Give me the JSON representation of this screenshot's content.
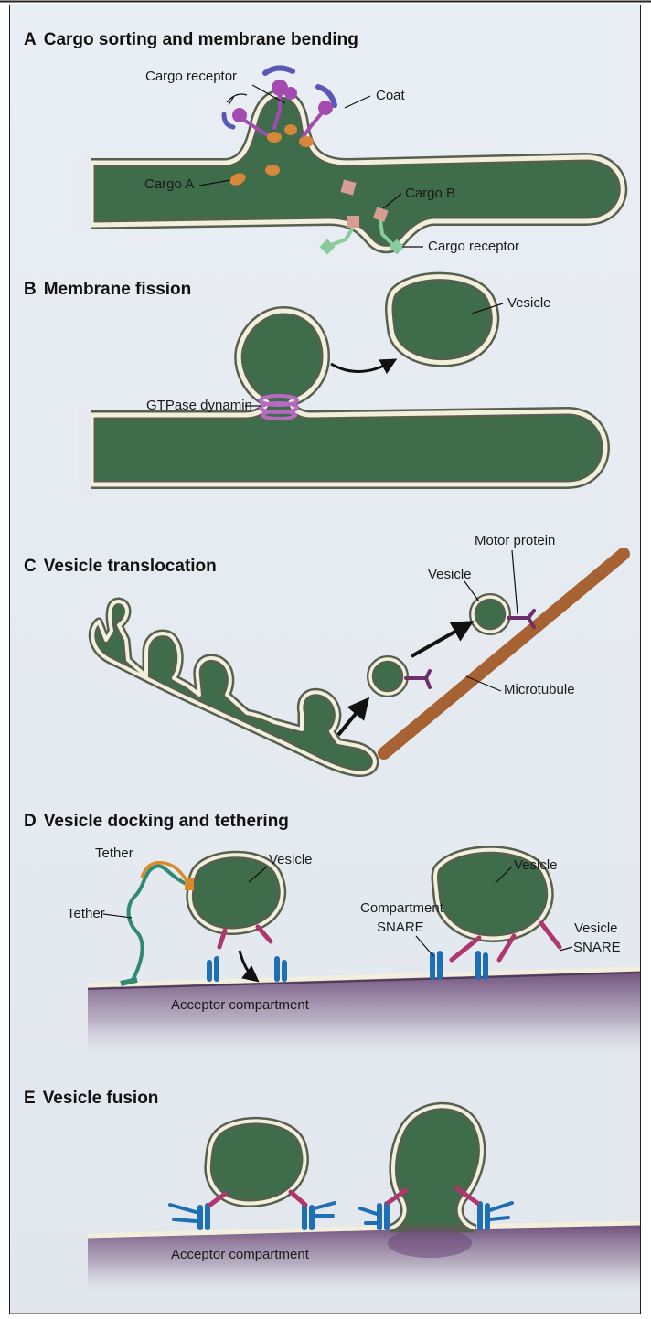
{
  "panels": {
    "a": {
      "letter": "A",
      "title": "Cargo sorting and membrane bending",
      "labels": {
        "cargo_receptor_top": "Cargo receptor",
        "coat": "Coat",
        "cargo_a": "Cargo A",
        "cargo_b": "Cargo B",
        "cargo_receptor_bottom": "Cargo receptor"
      }
    },
    "b": {
      "letter": "B",
      "title": "Membrane fission",
      "labels": {
        "vesicle": "Vesicle",
        "dynamin": "GTPase dynamin"
      }
    },
    "c": {
      "letter": "C",
      "title": "Vesicle translocation",
      "labels": {
        "motor_protein": "Motor protein",
        "vesicle": "Vesicle",
        "microtubule": "Microtubule"
      }
    },
    "d": {
      "letter": "D",
      "title": "Vesicle docking and tethering",
      "labels": {
        "tether_top": "Tether",
        "vesicle_left": "Vesicle",
        "tether_bottom": "Tether",
        "vesicle_right": "Vesicle",
        "compartment_snare_1": "Compartment",
        "compartment_snare_2": "SNARE",
        "vesicle_snare_1": "Vesicle",
        "vesicle_snare_2": "SNARE",
        "acceptor": "Acceptor compartment"
      }
    },
    "e": {
      "letter": "E",
      "title": "Vesicle fusion",
      "labels": {
        "acceptor": "Acceptor compartment"
      }
    }
  },
  "colors": {
    "background": "#eaeef3",
    "organelle": "#3f6d4b",
    "membrane": "#f2efdc",
    "membrane_edge": "#57604f",
    "coat": "#5b57b8",
    "receptor": "#a34bb1",
    "cargo_a": "#d6873a",
    "cargo_b": "#d79c94",
    "receptor_b": "#89cc9c",
    "dynamin": "#b86ac2",
    "motor": "#6e2f6b",
    "microtubule": "#a55a2a",
    "tether_orange": "#d88a2c",
    "tether_green": "#2f8a70",
    "compartment_snare": "#1f6fb5",
    "vesicle_snare": "#b0366e",
    "acceptor": "#6a4777"
  }
}
